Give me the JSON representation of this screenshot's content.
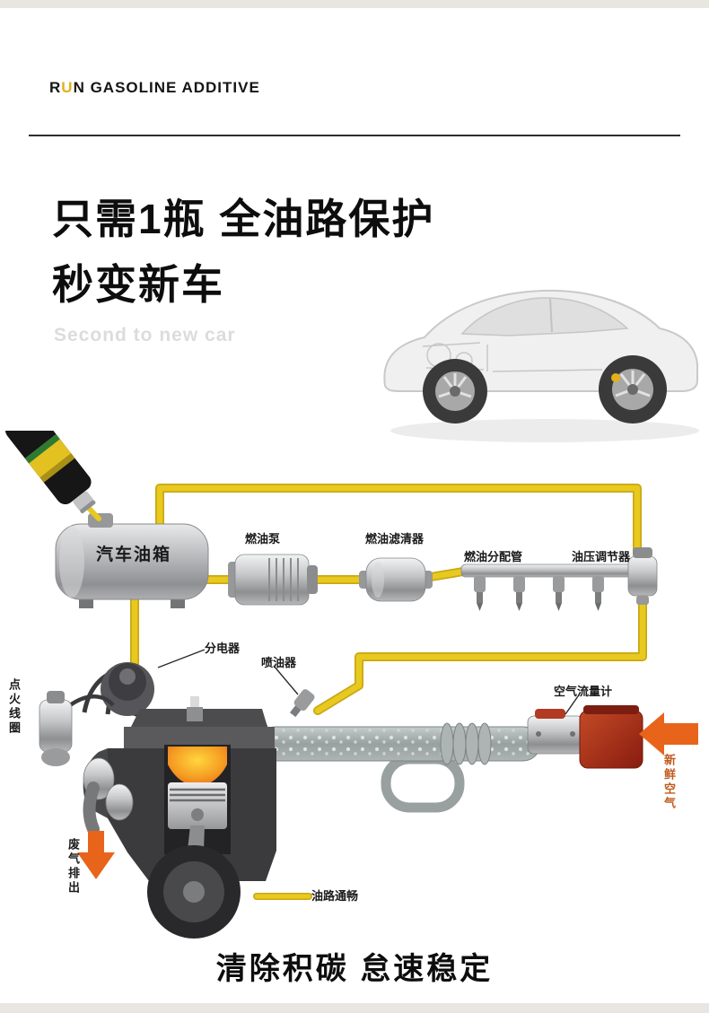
{
  "header": {
    "brand_r": "R",
    "brand_u": "U",
    "brand_rest": "N GASOLINE ADDITIVE"
  },
  "hero": {
    "title_line1": "只需1瓶 全油路保护",
    "title_line2": "秒变新车",
    "subtitle": "Second to new car"
  },
  "diagram": {
    "fuel_tank": "汽车油箱",
    "fuel_pump": "燃油泵",
    "fuel_filter": "燃油滤清器",
    "fuel_rail": "燃油分配管",
    "pressure_regulator": "油压调节器",
    "distributor": "分电器",
    "injector": "喷油器",
    "ignition_coil": "点火线圈",
    "air_flow_meter": "空气流量计",
    "fresh_air": "新鲜空气",
    "exhaust_out": "废气排出",
    "oil_path": "油路通畅"
  },
  "footer": {
    "tagline": "清除积碳 怠速稳定"
  },
  "colors": {
    "accent_gold": "#e2b019",
    "tube_yellow": "#e8c91f",
    "arrow_orange": "#e8641b",
    "air_box_red": "#a02815"
  }
}
